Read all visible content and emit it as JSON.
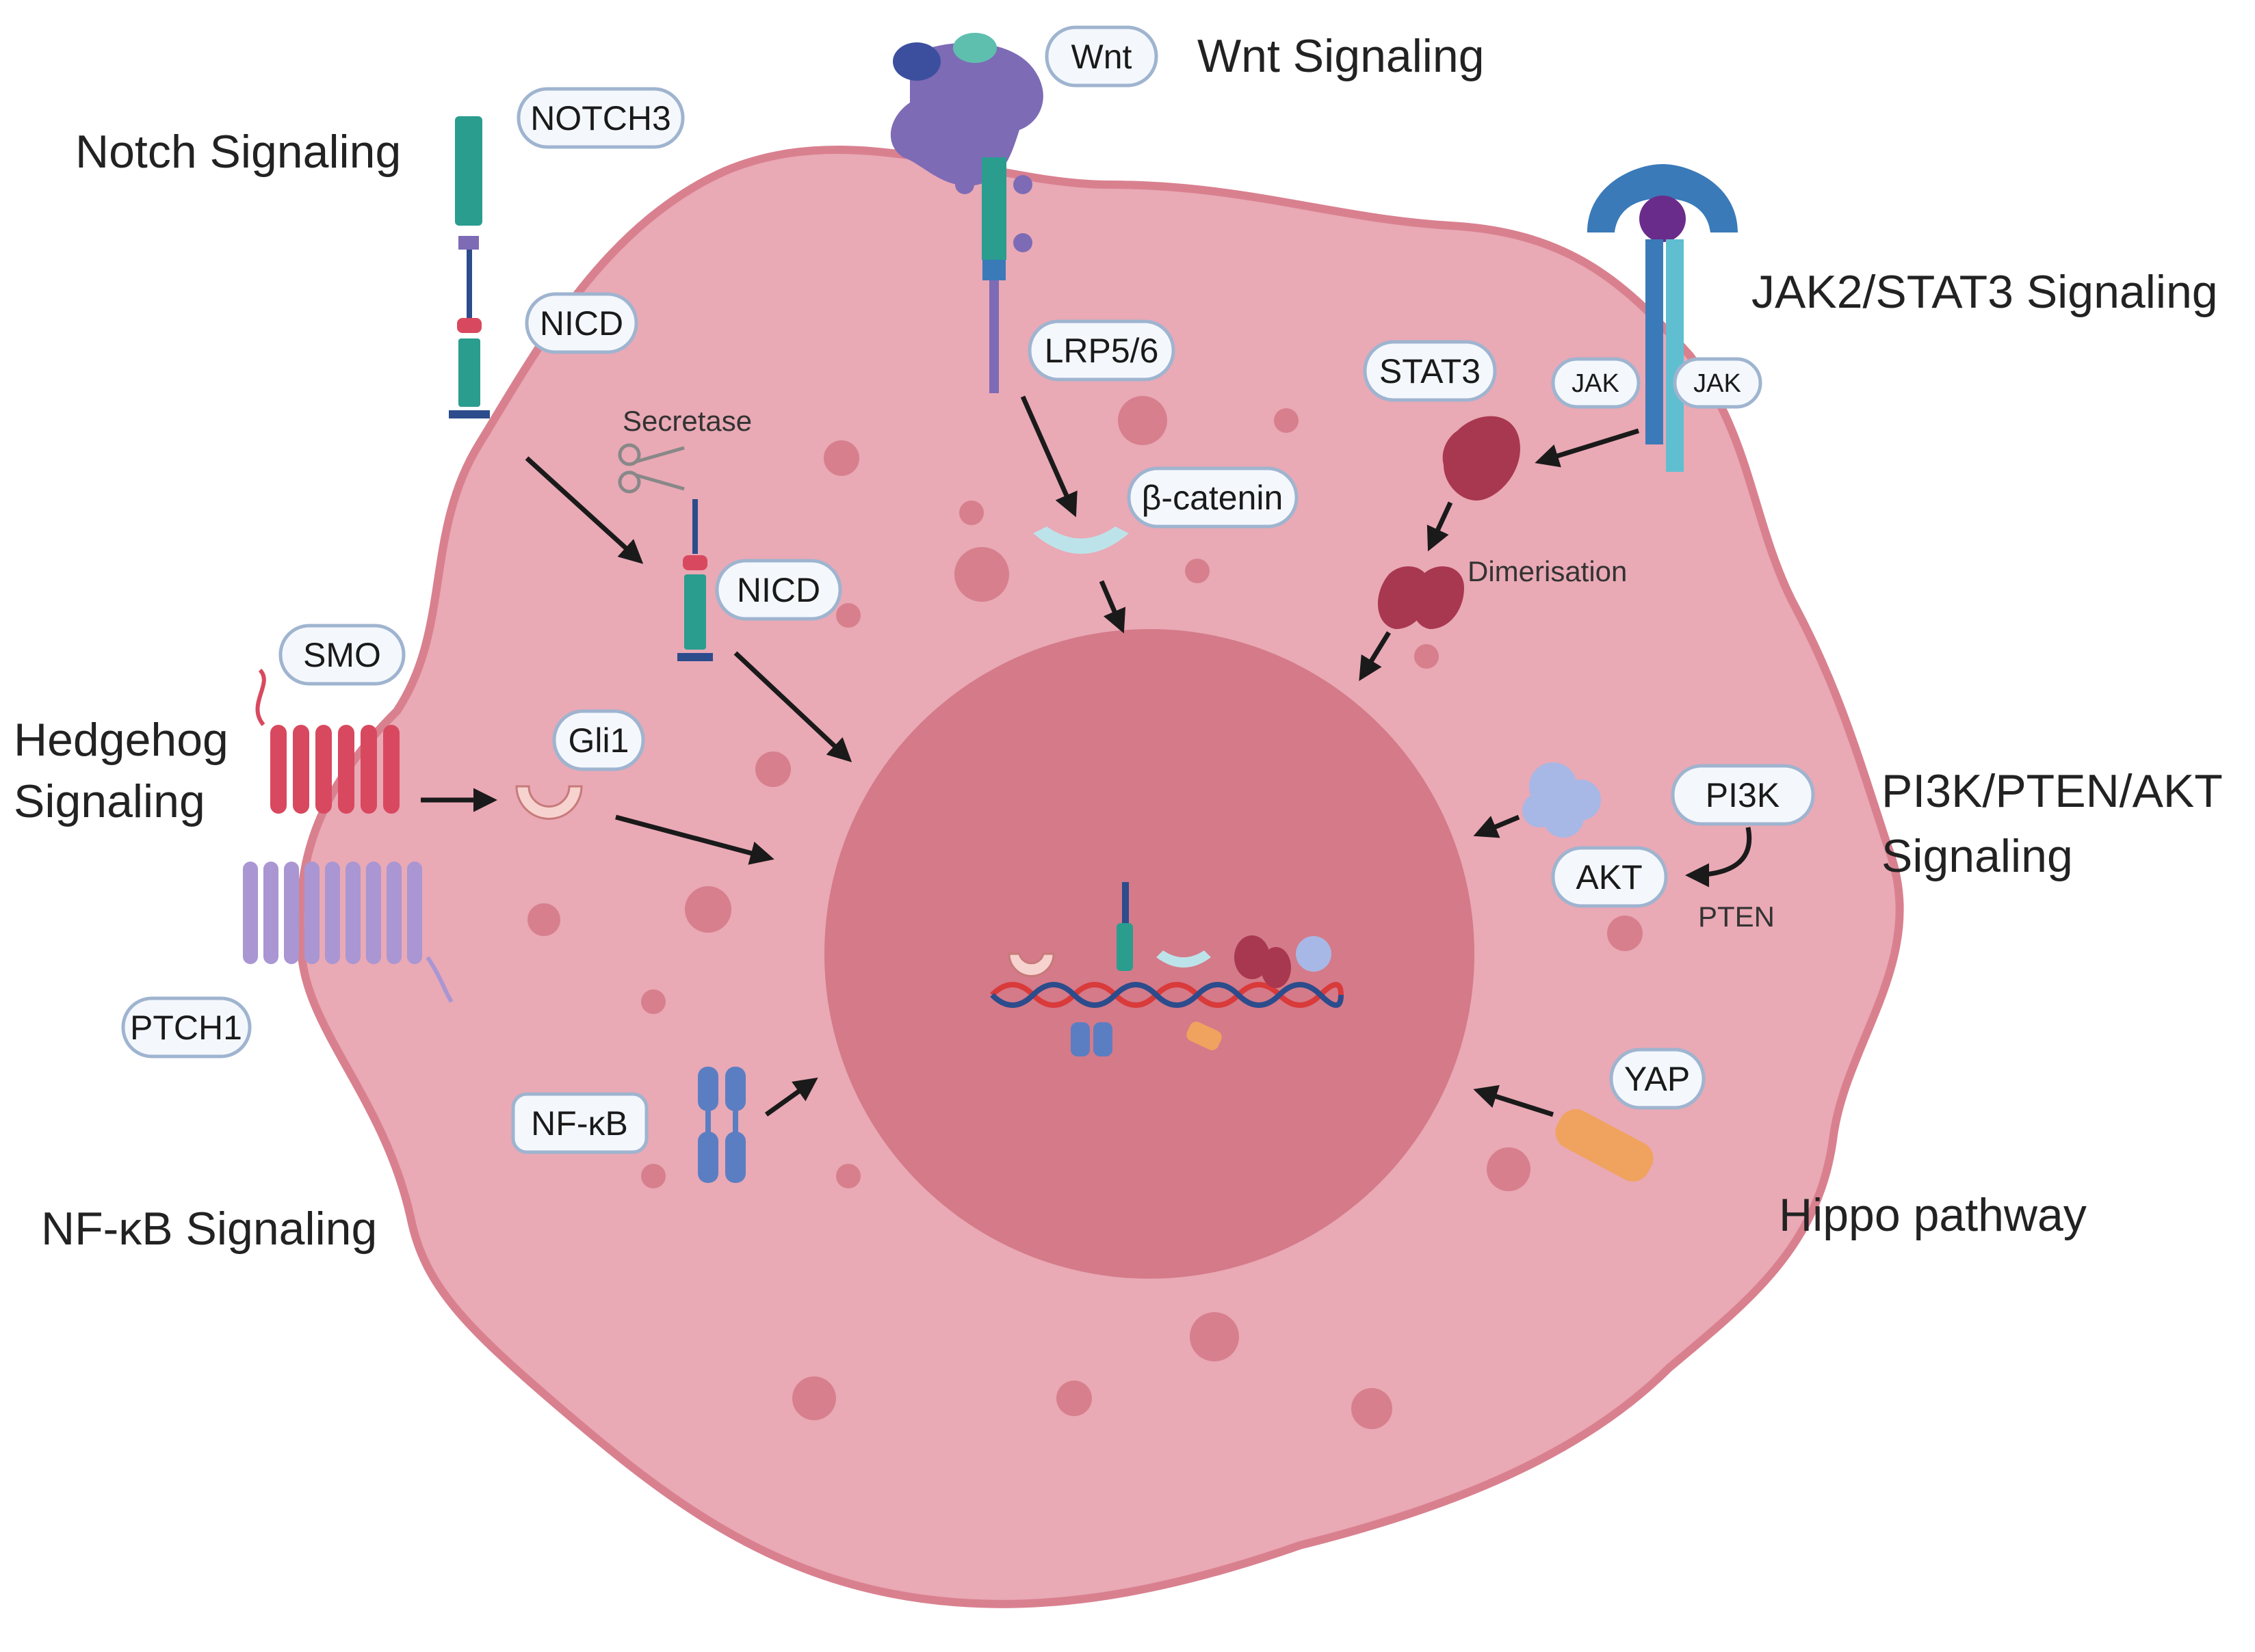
{
  "figure": {
    "pathways": {
      "notch": "Notch Signaling",
      "wnt": "Wnt Signaling",
      "jak_stat": "JAK2/STAT3 Signaling",
      "hedgehog_line1": "Hedgehog",
      "hedgehog_line2": "Signaling",
      "pi3k_line1": "PI3K/PTEN/AKT",
      "pi3k_line2": "Signaling",
      "nfkb": "NF-κB Signaling",
      "hippo": "Hippo pathway"
    },
    "labels": {
      "notch3": "NOTCH3",
      "nicd_top": "NICD",
      "nicd_inner": "NICD",
      "wnt": "Wnt",
      "lrp": "LRP5/6",
      "beta_catenin": "β-catenin",
      "stat3": "STAT3",
      "jak_left": "JAK",
      "jak_right": "JAK",
      "smo": "SMO",
      "gli1": "Gli1",
      "ptch1": "PTCH1",
      "pi3k": "PI3K",
      "akt": "AKT",
      "nfkb": "NF-κB",
      "yap": "YAP"
    },
    "notes": {
      "secretase": "Secretase",
      "dimerisation": "Dimerisation",
      "pten": "PTEN"
    },
    "colors": {
      "cell_fill": "#e9a9b5",
      "cell_stroke": "#d9808f",
      "nucleus": "#d47a89",
      "vesicle": "#d77f8d",
      "stat3_protein": "#a8384f",
      "notch_teal": "#2a9d8f",
      "wnt_purple": "#7d6bb5",
      "jak_blue": "#3a7ab8",
      "smo_red": "#d8495f",
      "ptch_lilac": "#a996d2",
      "nfkb_blue": "#5b7ec2",
      "yap_orange": "#f0a35e",
      "akt_lavender": "#a7b8e6"
    }
  }
}
